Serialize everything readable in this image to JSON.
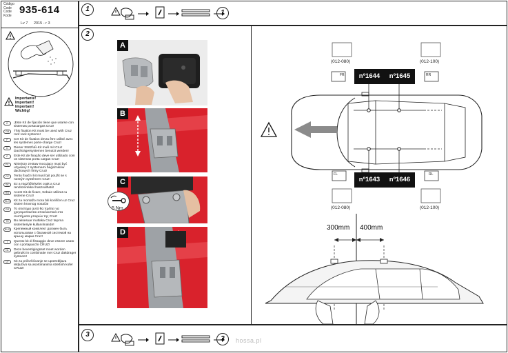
{
  "header": {
    "code_labels": [
      "Código",
      "Code",
      "Code",
      "Kode"
    ],
    "code_number": "935-614",
    "version": "Lv 7",
    "date": "2015 - r 3"
  },
  "steps": [
    {
      "number": "1",
      "result": "1"
    },
    {
      "number": "2"
    },
    {
      "number": "3",
      "result": "3"
    }
  ],
  "important": {
    "titles": [
      "Importante!",
      "Important!",
      "Important!",
      "Wichtig!"
    ],
    "languages": [
      {
        "code": "E",
        "text": "¡Este Kit de fijación tiene que usarse con sistemas portacargas Cruz!"
      },
      {
        "code": "GB",
        "text": "This fixation Kit must be used with Cruz roof rack systems!"
      },
      {
        "code": "F",
        "text": "Cet Kit de fixation devra être utilisé avec les systèmes porte-charge Cruz!"
      },
      {
        "code": "D",
        "text": "Dieser Stützfuß-Kit muß mit Cruz Dachträgersystemen benutzt werden!"
      },
      {
        "code": "P",
        "text": "Este Kit de fixação deve ser utilizado com os sistemas porta cargas Cruz!"
      },
      {
        "code": "PL",
        "text": "Niniejszy zestaw mocujący musi być używany z systemami bagażników dachowych firmy Cruz!"
      },
      {
        "code": "CZ",
        "text": "Tento fixační kit musí být použit se s nosným systémem Cruz!"
      },
      {
        "code": "SK",
        "text": "Ez a rögzítőkészlet csak a Cruz rendszerekkel használható!"
      },
      {
        "code": "RO",
        "text": "Acest Kit de fixare, trebuie utilizat cu sisteme Cruz!"
      },
      {
        "code": "SLO",
        "text": "Kit za montažo mora biti koriščen uz Cruz sistem krovnog nosača!"
      },
      {
        "code": "GR",
        "text": "Το σύστημα αυτό θα πρέπει να χρησιμοποιείται αποκλειστικά στα συστήματα μπαρών της Cruz!"
      },
      {
        "code": "TR",
        "text": "Bu aksesuar mutlaka Cruz taşıma sistemleriyle kullanılmalıdır!"
      },
      {
        "code": "RUS",
        "text": "Крепежный комплект должен быть использован с багажной системой на крышу марки Cruz!"
      },
      {
        "code": "I",
        "text": "Questo kit di fissaggio deve essere usato con i portapacchi CRUZ!"
      },
      {
        "code": "NL",
        "text": "Deze bevestigingsset moet worden gebruikt in combinatie met Cruz dakdrager systeem!"
      },
      {
        "code": "LV",
        "text": "Kit za pričvršćivanje se upotrebljava isključivo sa asortimanima strešnih kofer CRUZ!"
      }
    ]
  },
  "photos": [
    {
      "tag": "A"
    },
    {
      "tag": "B"
    },
    {
      "tag": "C",
      "torque": "5 Nm"
    },
    {
      "tag": "D"
    }
  ],
  "parts": {
    "front_left": "nº1644",
    "front_right": "nº1645",
    "rear_left": "nº1643",
    "rear_right": "nº1646",
    "codes": {
      "top_left": "(012-080)",
      "top_right": "(012-100)",
      "bottom_left": "(012-080)",
      "bottom_right": "(012-100)"
    },
    "tags": {
      "fr": "FR",
      "rr": "RR",
      "fl": "FL",
      "rl": "RL"
    }
  },
  "dimensions": {
    "front": "300mm",
    "rear": "400mm"
  },
  "watermark": "hossa.pl",
  "colors": {
    "car_red": "#d8202a",
    "label_bg": "#111111",
    "frame": "#222222"
  }
}
